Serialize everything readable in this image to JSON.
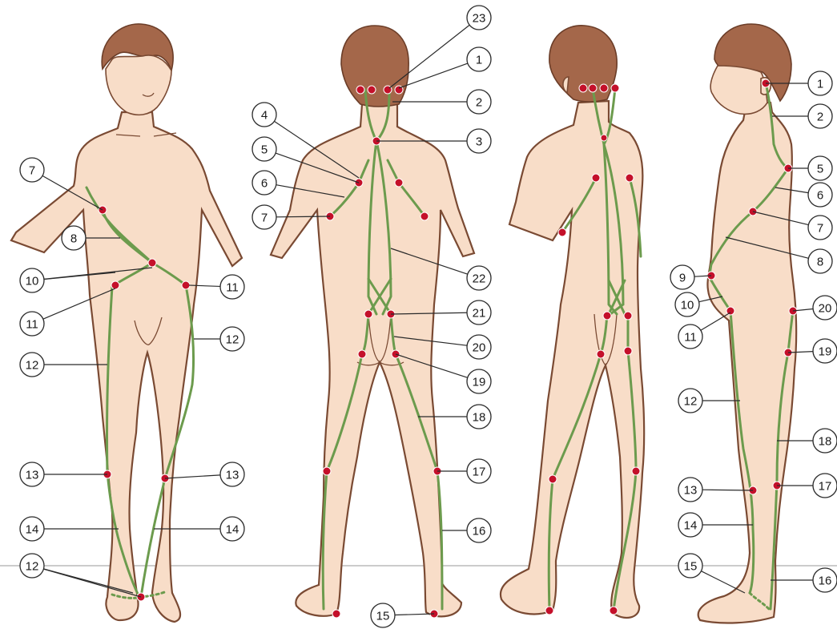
{
  "callouts": [
    {
      "label": "7"
    },
    {
      "label": "8"
    },
    {
      "label": "10"
    },
    {
      "label": "11"
    },
    {
      "label": "11"
    },
    {
      "label": "12"
    },
    {
      "label": "12"
    },
    {
      "label": "13"
    },
    {
      "label": "13"
    },
    {
      "label": "14"
    },
    {
      "label": "14"
    },
    {
      "label": "12"
    },
    {
      "label": "4"
    },
    {
      "label": "5"
    },
    {
      "label": "6"
    },
    {
      "label": "7"
    },
    {
      "label": "23"
    },
    {
      "label": "1"
    },
    {
      "label": "2"
    },
    {
      "label": "3"
    },
    {
      "label": "22"
    },
    {
      "label": "21"
    },
    {
      "label": "20"
    },
    {
      "label": "19"
    },
    {
      "label": "18"
    },
    {
      "label": "17"
    },
    {
      "label": "16"
    },
    {
      "label": "15"
    },
    {
      "label": "1"
    },
    {
      "label": "2"
    },
    {
      "label": "5"
    },
    {
      "label": "6"
    },
    {
      "label": "7"
    },
    {
      "label": "8"
    },
    {
      "label": "9"
    },
    {
      "label": "10"
    },
    {
      "label": "11"
    },
    {
      "label": "20"
    },
    {
      "label": "19"
    },
    {
      "label": "12"
    },
    {
      "label": "18"
    },
    {
      "label": "13"
    },
    {
      "label": "17"
    },
    {
      "label": "14"
    },
    {
      "label": "15"
    },
    {
      "label": "16"
    }
  ],
  "colors": {
    "skin": "#f8ddc8",
    "outline": "#7a4a33",
    "hair": "#a4674a",
    "meridian": "#6c9b4d",
    "point": "#c4102a"
  }
}
